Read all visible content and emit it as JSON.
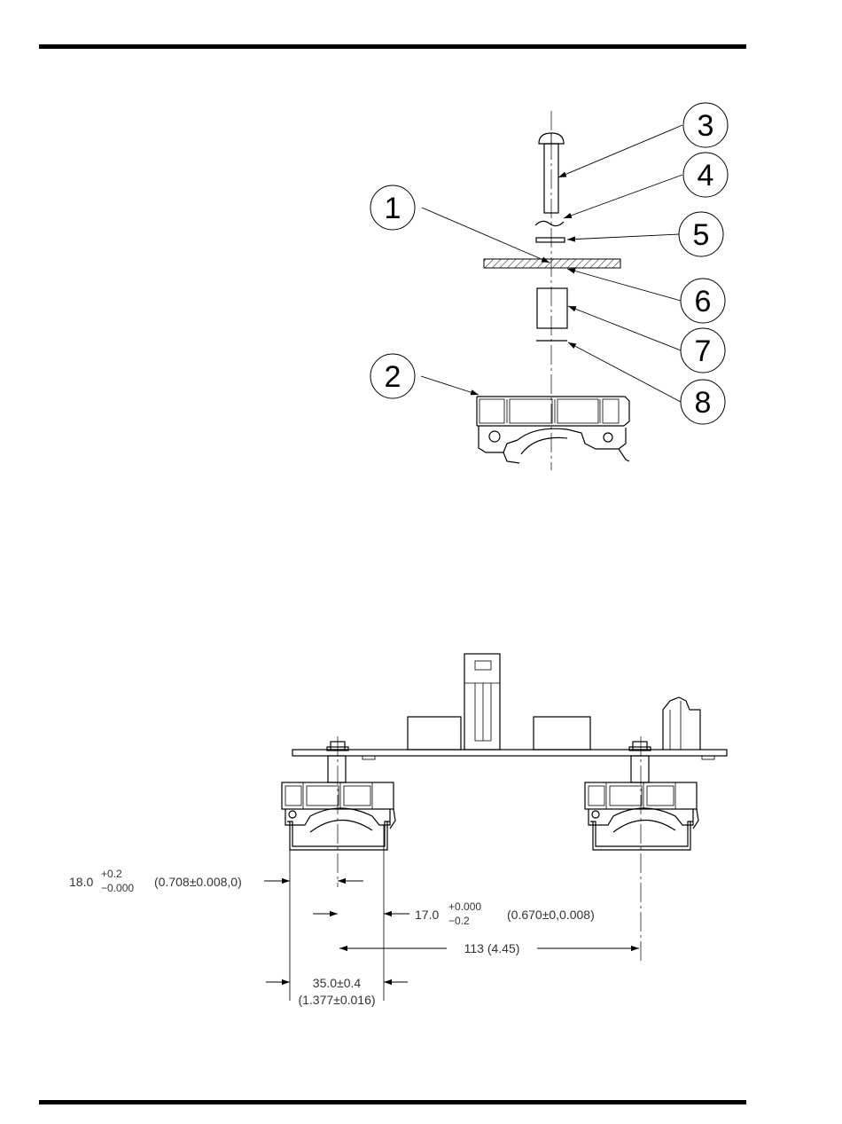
{
  "balloons": {
    "b1": "1",
    "b2": "2",
    "b3": "3",
    "b4": "4",
    "b5": "5",
    "b6": "6",
    "b7": "7",
    "b8": "8"
  },
  "dimensions": {
    "d18": {
      "main": "18.0",
      "tol_plus": "+0.2",
      "tol_minus": "−0.000",
      "inch": "(0.708±0.008,0)"
    },
    "d17": {
      "main": "17.0",
      "tol_plus": "+0.000",
      "tol_minus": "−0.2",
      "inch": "(0.670±0,0.008)"
    },
    "d113": {
      "text": "113  (4.45)"
    },
    "d35": {
      "main": "35.0±0.4",
      "inch": "(1.377±0.016)"
    }
  }
}
